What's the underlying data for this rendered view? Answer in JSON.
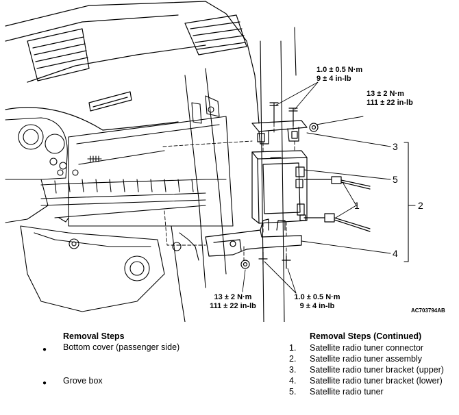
{
  "diagram": {
    "torque_top_left": [
      "1.0 ± 0.5 N·m",
      "9 ± 4 in-lb"
    ],
    "torque_top_right": [
      "13 ± 2 N·m",
      "111 ± 22 in-lb"
    ],
    "torque_bottom_left": [
      "13 ± 2 N·m",
      "111 ± 22 in-lb"
    ],
    "torque_bottom_right": [
      "1.0 ± 0.5 N·m",
      "9 ± 4 in-lb"
    ],
    "callouts": [
      "1",
      "2",
      "3",
      "4",
      "5"
    ],
    "figure_code": "AC703794AB"
  },
  "removal_steps": {
    "title": "Removal Steps",
    "items": [
      "Bottom cover (passenger side)",
      "Grove box"
    ]
  },
  "removal_steps_continued": {
    "title": "Removal Steps (Continued)",
    "items": [
      {
        "num": "1.",
        "label": "Satellite radio tuner connector"
      },
      {
        "num": "2.",
        "label": "Satellite radio tuner assembly"
      },
      {
        "num": "3.",
        "label": "Satellite radio tuner bracket (upper)"
      },
      {
        "num": "4.",
        "label": "Satellite radio tuner bracket (lower)"
      },
      {
        "num": "5.",
        "label": "Satellite radio tuner"
      }
    ]
  }
}
